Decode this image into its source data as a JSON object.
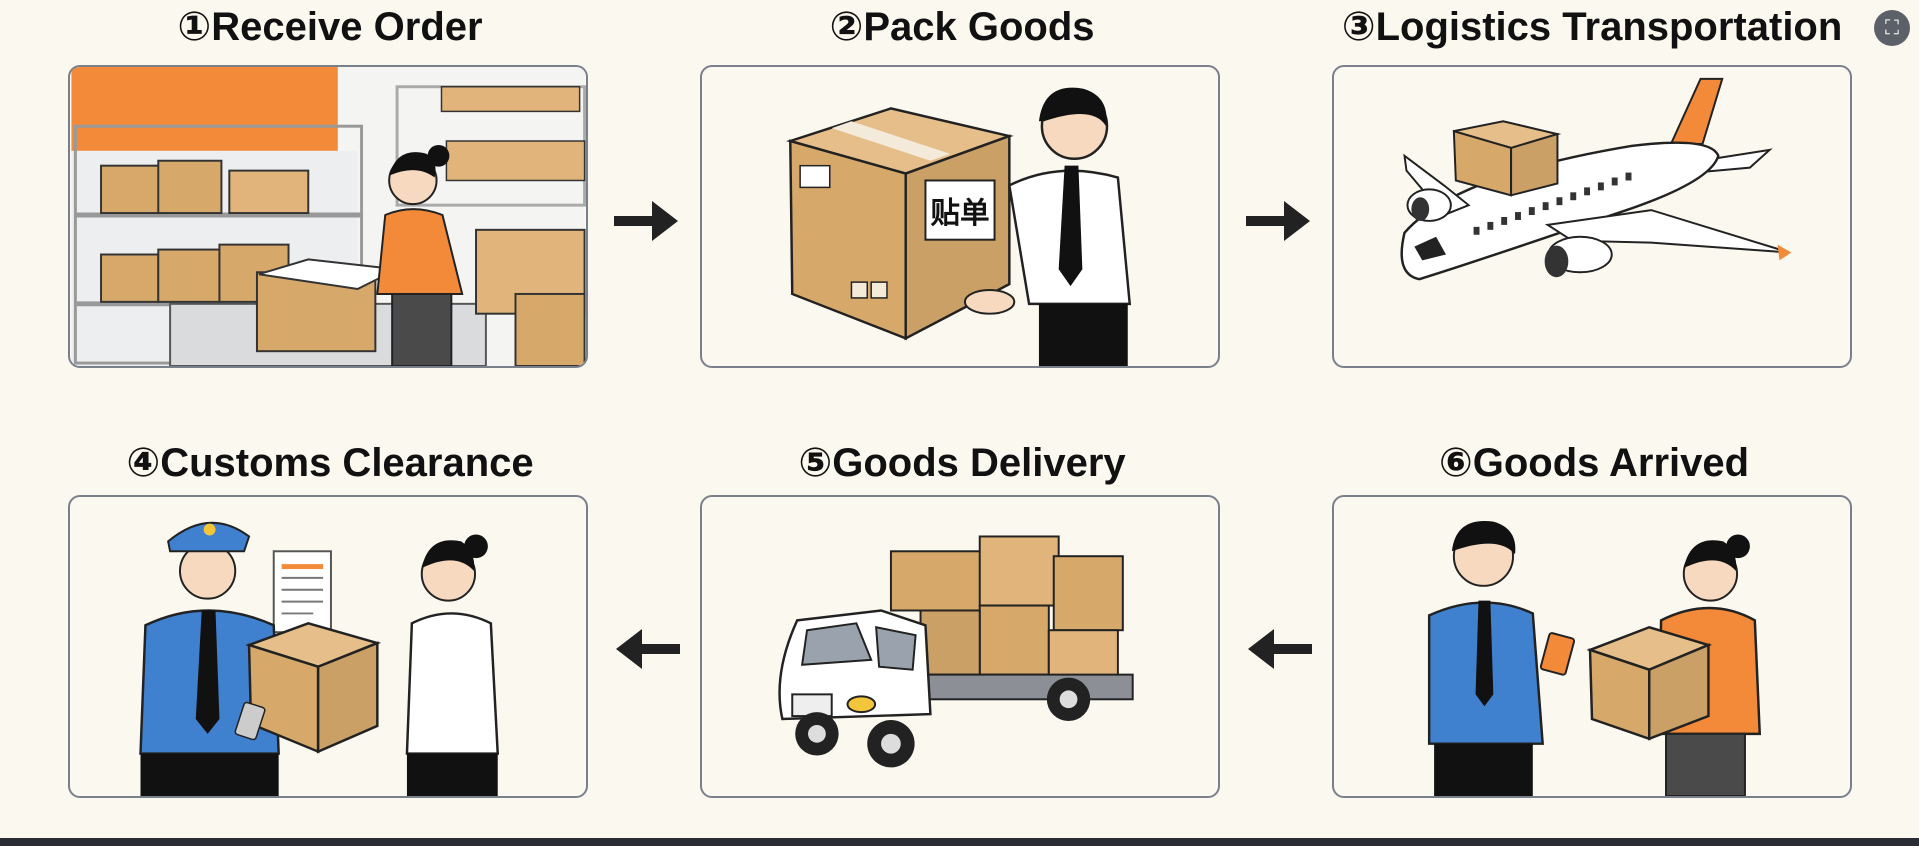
{
  "steps": [
    {
      "number": "①",
      "label": "Receive Order"
    },
    {
      "number": "②",
      "label": "Pack Goods"
    },
    {
      "number": "③",
      "label": "Logistics Transportation"
    },
    {
      "number": "④",
      "label": "Customs Clearance"
    },
    {
      "number": "⑤",
      "label": "Goods Delivery"
    },
    {
      "number": "⑥",
      "label": "Goods Arrived"
    }
  ],
  "box_label": "贴单",
  "icons": {
    "flow_arrow": "arrow-icon",
    "corner_button": "expand-icon"
  },
  "colors": {
    "background": "#fbf8ef",
    "accent_orange": "#f28a3a",
    "box_tan": "#d6a86a",
    "uniform_blue": "#3f80cf",
    "border": "#7a7f8c"
  }
}
